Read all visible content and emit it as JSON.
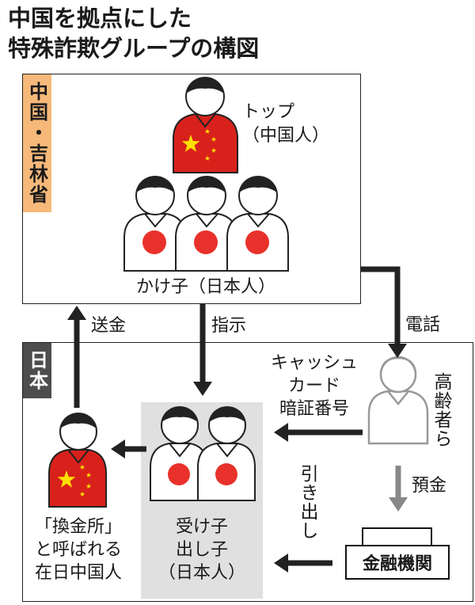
{
  "title": {
    "line1": "中国を拠点にした",
    "line2": "特殊詐欺グループの構図"
  },
  "china_box": {
    "tag": "中国・吉林省"
  },
  "japan_box": {
    "tag": "日本"
  },
  "top": {
    "label": "トップ\n（中国人）"
  },
  "kakeko": {
    "label": "かけ子（日本人）"
  },
  "edges": {
    "send_money": "送金",
    "instruction": "指示",
    "phone": "電話",
    "card_pin": "キャッシュ\nカード\n暗証番号",
    "deposit": "預金",
    "withdraw": "引き出し"
  },
  "elderly": {
    "label": "高齢者ら"
  },
  "receivers": {
    "label": "受け子\n出し子\n（日本人）"
  },
  "exchanger": {
    "label": "「換金所」\nと呼ばれる\n在日中国人"
  },
  "bank": {
    "label": "金融機関"
  },
  "colors": {
    "china_tag": "#f7b97a",
    "japan_tag": "#4d4d4d",
    "china_red": "#d9211c",
    "star": "#ffe000",
    "japan_red": "#e8312a",
    "gray_figure": "#999999",
    "arrow": "#222222",
    "gray_arrow": "#888888"
  }
}
